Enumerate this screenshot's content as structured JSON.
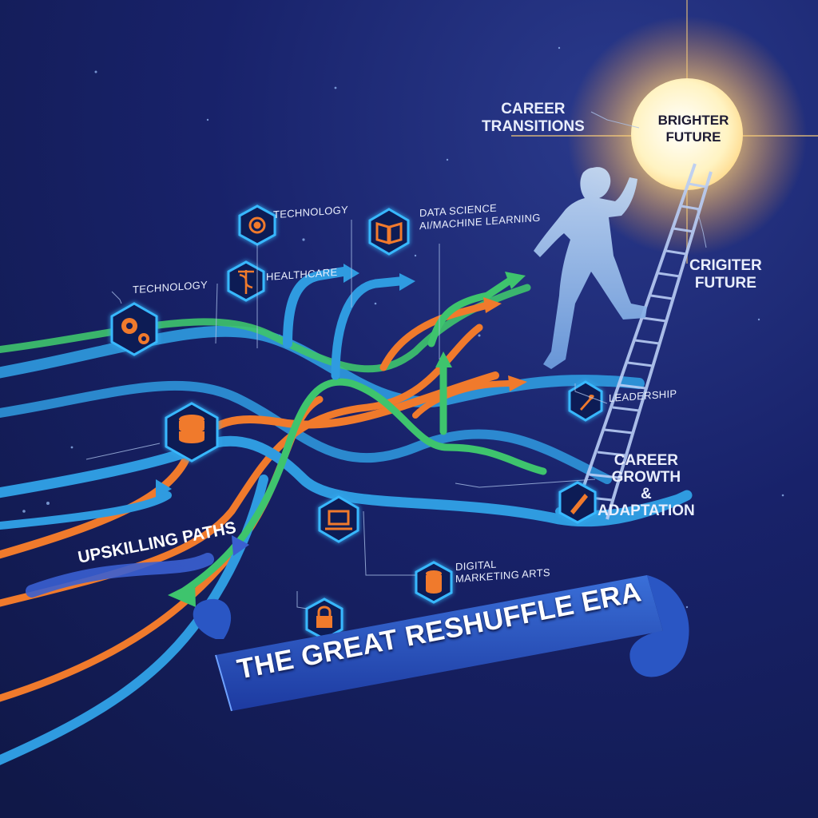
{
  "labels": {
    "career_transitions": "CAREER\nTRANSITIONS",
    "brighter_future": "BRIGHTER\nFUTURE",
    "crigiter_future": "CRIGITER\nFUTURE",
    "technology_top": "TECHNOLOGY",
    "data_science": "DATA SCIENCE\nAI/MACHINE LEARNING",
    "healthcare": "HEALTHCARE",
    "technology_left": "TECHNOLOGY",
    "leadership": "LEADERSHIP",
    "career_growth": "CAREER\nGROWTH\n&\nADAPTATION",
    "digital_marketing": "DIGITAL\nMARKETING ARTS",
    "upskilling_paths": "UPSKILLING PATHS",
    "banner": "THE GREAT RESHUFFLE ERA"
  },
  "icons": [
    "target-gear-icon",
    "book-icon",
    "caduceus-icon",
    "gears-icon",
    "database-icon",
    "laptop-icon",
    "database-small-icon",
    "lock-icon",
    "rocket-icon",
    "pen-icon"
  ],
  "colors": {
    "background": "#141d52",
    "path_blue": "#2f9be0",
    "path_orange": "#f07a2c",
    "path_green": "#3ec46d",
    "sun": "#fff6c8",
    "icon_glow": "#38b8ff"
  }
}
